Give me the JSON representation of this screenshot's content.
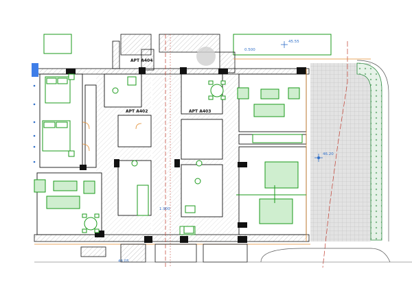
{
  "colors": {
    "wall": "#111111",
    "hatch": "#9a9a9a",
    "furniture": "#1a9a1a",
    "furniture_fill": "#cfeecf",
    "grid_line": "#c0392b",
    "dim": "#2f6fc9",
    "orange": "#e08a2c",
    "paving": "#d9d9d9",
    "plants": "#7fb98a"
  },
  "apartments": [
    {
      "label": "APT A404"
    },
    {
      "label": "APT A402"
    },
    {
      "label": "APT A403"
    }
  ],
  "dimensions": [
    {
      "label": "1.900"
    },
    {
      "label": "46.20"
    },
    {
      "label": "45.55"
    },
    {
      "label": "0.500"
    },
    {
      "label": "44.05"
    }
  ],
  "icons": [
    "compass-marker-icon",
    "level-marker-icon"
  ]
}
